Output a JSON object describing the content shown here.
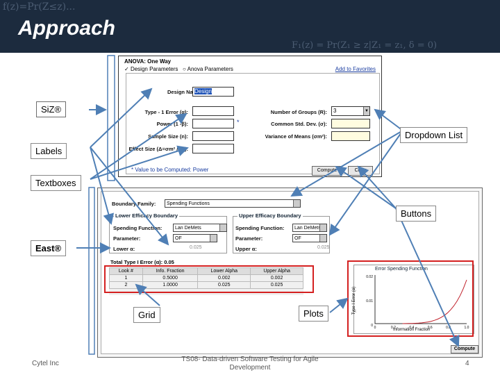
{
  "slide": {
    "title": "Approach",
    "header_eq_left": "f(z)=Pr(Z≤z)...",
    "header_eq_right": "F₁(z) = Pr(Z₁ ≥ z|Z₁ = z₁, δ = 0)"
  },
  "callouts": {
    "siz": "SiZ®",
    "labels": "Labels",
    "textboxes": "Textboxes",
    "dropdown": "Dropdown List",
    "buttons": "Buttons",
    "east": "East®",
    "grid": "Grid",
    "plots": "Plots"
  },
  "siz_window": {
    "header": "ANOVA: One Way",
    "tab_design": "Design Parameters",
    "tab_anova": "Anova Parameters",
    "add_favorites": "Add to Favorites",
    "design_name_label": "Design Name:",
    "design_name_value": "Design",
    "type1_label": "Type - 1 Error (α):",
    "power_label": "Power (1 -β):",
    "sample_label": "Sample Size (n):",
    "effect_label": "Effect Size (Δ=σm² / σ²):",
    "groups_label": "Number of Groups (R):",
    "groups_value": "3",
    "stddev_label": "Common Std. Dev. (σ):",
    "variance_label": "Variance of Means (σm²):",
    "computed_note": "* Value to be Computed: Power",
    "compute_btn": "Compute",
    "clear_btn": "Clear"
  },
  "east_window": {
    "boundary_family_label": "Boundary Family:",
    "boundary_family_value": "Spending Functions",
    "lower_group": "Lower Efficacy Boundary",
    "upper_group": "Upper Efficacy Boundary",
    "spending_label": "Spending Function:",
    "spending_value": "Lan DeMets",
    "parameter_label": "Parameter:",
    "parameter_value": "OF",
    "lower_alpha_label": "Lower α:",
    "lower_alpha_value": "0.025",
    "upper_alpha_label": "Upper α:",
    "upper_alpha_value": "0.025",
    "total_error": "Total Type I Error (α): 0.05",
    "grid_headers": [
      "Look #",
      "Info. Fraction",
      "Lower Alpha",
      "Upper Alpha"
    ],
    "grid_rows": [
      [
        "1",
        "0.5000",
        "0.002",
        "0.002"
      ],
      [
        "2",
        "1.0000",
        "0.025",
        "0.025"
      ]
    ],
    "plot_title": "Error Spending Function",
    "plot_ylabel": "Type I Error (α)",
    "plot_xlabel": "Information Fraction",
    "plot_yticks": [
      "0.02",
      "0.01",
      "0"
    ],
    "plot_xticks": [
      "0",
      "0.2",
      "0.4",
      "0.6",
      "0.8",
      "1.0"
    ],
    "compute_btn": "Compute"
  },
  "footer": {
    "left": "Cytel Inc",
    "center": "TS08- Data-driven Software Testing for Agile Development",
    "page": "4"
  },
  "colors": {
    "title_bg": "#1c2b3e",
    "arrow": "#4f7fb5",
    "highlight": "#d42020"
  }
}
